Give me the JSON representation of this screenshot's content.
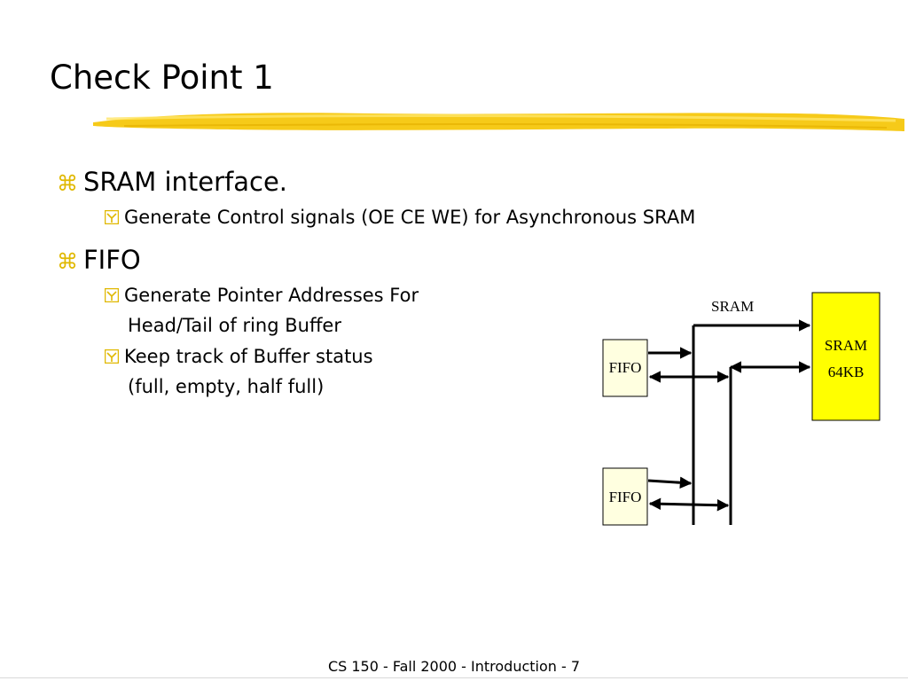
{
  "slide": {
    "title": "Check Point 1",
    "bullets": [
      {
        "text": "SRAM interface.",
        "subitems": [
          "Generate Control signals (OE CE WE) for Asynchronous SRAM"
        ]
      },
      {
        "text": "FIFO",
        "subitems": [
          {
            "line1": "Generate Pointer Addresses For",
            "line2": "Head/Tail of ring Buffer"
          },
          {
            "line1": "Keep track of Buffer status",
            "line2": "(full, empty, half full)"
          }
        ]
      }
    ],
    "footer": "CS 150 - Fall 2000 - Introduction - 7"
  },
  "diagram": {
    "bus_label": "SRAM",
    "fifo_top_label": "FIFO",
    "fifo_bottom_label": "FIFO",
    "sram_line1": "SRAM",
    "sram_line2": "64KB",
    "colors": {
      "sram_fill": "#ffff00",
      "fifo_fill": "#ffffe0",
      "brush": "#f5c400",
      "bullet": "#e0b800"
    }
  }
}
